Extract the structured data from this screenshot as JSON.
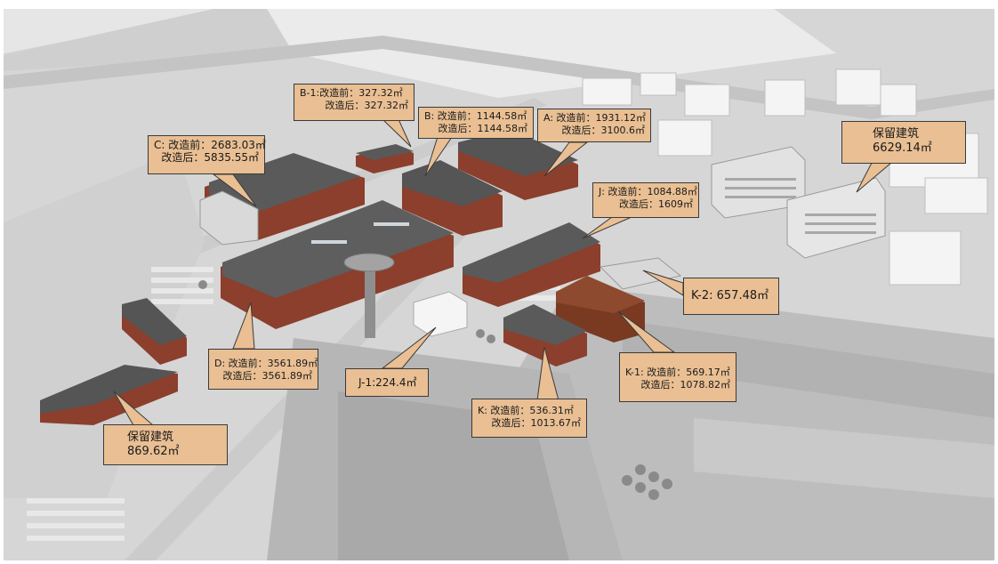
{
  "callouts": {
    "b1": {
      "line1": "B-1:改造前：327.32㎡",
      "line2": "改造后：327.32㎡"
    },
    "b": {
      "line1": "B: 改造前：1144.58㎡",
      "line2": "改造后：1144.58㎡"
    },
    "a": {
      "line1": "A:  改造前：1931.12㎡",
      "line2": "改造后：3100.6㎡"
    },
    "c": {
      "line1": "C: 改造前：2683.03㎡",
      "line2": "改造后：5835.55㎡"
    },
    "j": {
      "line1": "J: 改造前：1084.88㎡",
      "line2": "改造后：1609㎡"
    },
    "keep_right": {
      "line1": "保留建筑",
      "line2": "6629.14㎡"
    },
    "k2": {
      "line1": "K-2: 657.48㎡"
    },
    "d": {
      "line1": "D: 改造前：3561.89㎡",
      "line2": "改造后：3561.89㎡"
    },
    "j1": {
      "line1": "J-1:224.4㎡"
    },
    "k1": {
      "line1": "K-1: 改造前：569.17㎡",
      "line2": "改造后：1078.82㎡"
    },
    "k": {
      "line1": "K: 改造前：536.31㎡",
      "line2": "改造后：1013.67㎡"
    },
    "keep_left": {
      "line1": "保留建筑",
      "line2": "869.62㎡"
    }
  }
}
